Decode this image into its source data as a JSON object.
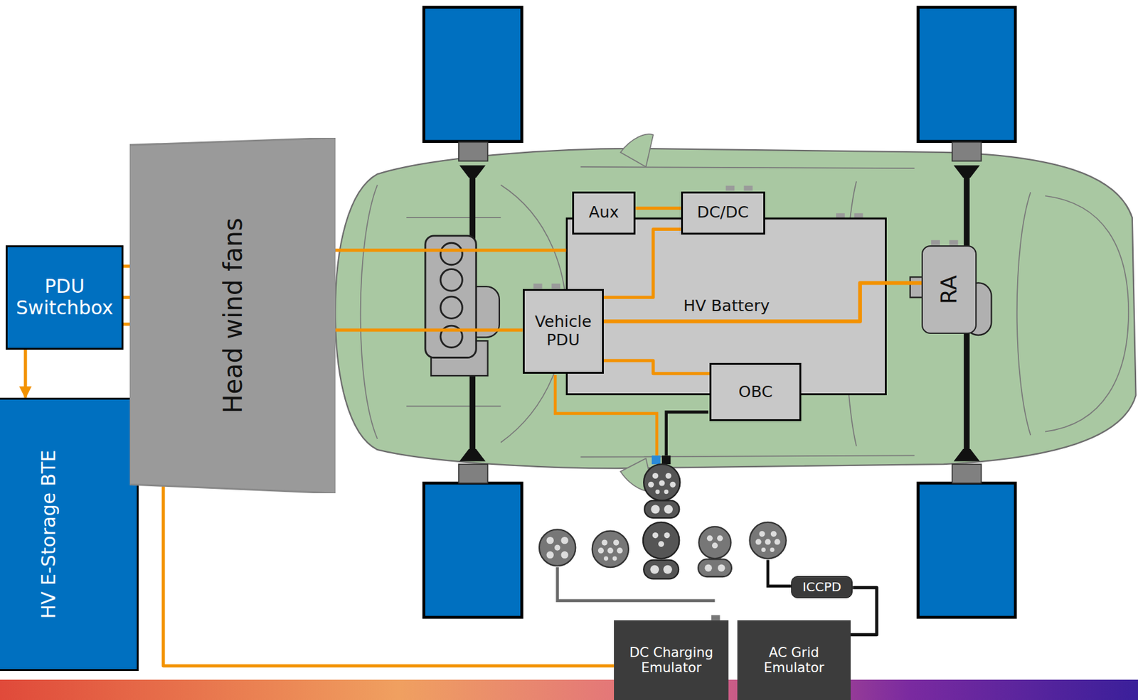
{
  "diagram": {
    "nodes": [
      {
        "text": [
          "PDU Switchbox"
        ]
      },
      {
        "text": [
          "HV E-Storage BTE"
        ]
      },
      {
        "text": [
          "Head wind fans"
        ]
      },
      {
        "text": [
          "HV Battery"
        ]
      },
      {
        "text": [
          "Aux"
        ]
      },
      {
        "text": [
          "DC/DC"
        ]
      },
      {
        "text": [
          "Vehicle PDU"
        ]
      },
      {
        "text": [
          "OBC"
        ]
      },
      {
        "text": [
          "RA"
        ]
      },
      {
        "text": [
          "ICCPD"
        ]
      },
      {
        "text": [
          "DC Charging Emulator"
        ]
      },
      {
        "text": [
          "AC Grid Emulator"
        ]
      }
    ],
    "edges": [
      {
        "from": 0,
        "to": 1,
        "arrow": "to"
      },
      {
        "from": 0,
        "to": 3,
        "arrow": "none"
      },
      {
        "from": 0,
        "to": 6,
        "arrow": "none"
      },
      {
        "from": 0,
        "to": 10,
        "arrow": "none"
      },
      {
        "from": 6,
        "to": 8,
        "arrow": "none"
      },
      {
        "from": 6,
        "to": 5,
        "arrow": "none"
      },
      {
        "from": 4,
        "to": 5,
        "arrow": "none"
      },
      {
        "from": 6,
        "to": 7,
        "arrow": "none"
      },
      {
        "from": 9,
        "to": 11,
        "arrow": "none"
      }
    ]
  }
}
